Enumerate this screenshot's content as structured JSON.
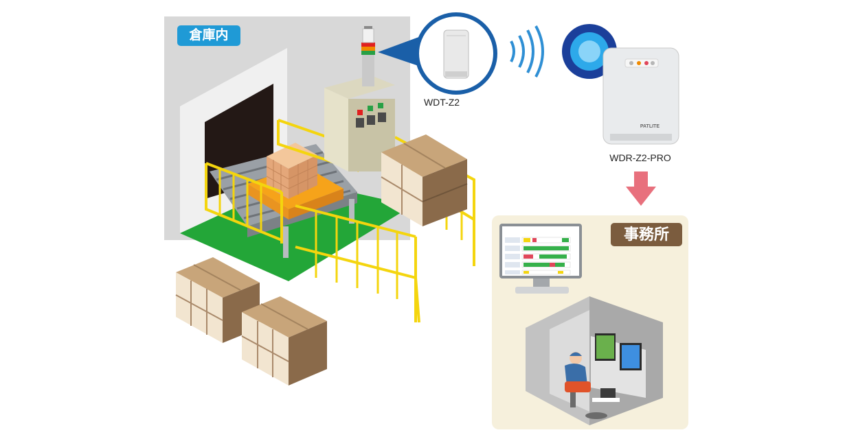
{
  "labels": {
    "warehouse": "倉庫内",
    "office": "事務所",
    "transmitter": "WDT-Z2",
    "receiver": "WDR-Z2-PRO",
    "brand": "PATLITE"
  },
  "icons": [
    "signal-tower-icon",
    "wireless-waves-icon",
    "receiver-icon",
    "monitor-icon",
    "operator-icon"
  ],
  "colors": {
    "label_blue": "#1f9ad6",
    "office_brown": "#7b5c3e",
    "arrow_pink": "#e8707d",
    "floor_green": "#23a638",
    "rail_yellow": "#f4d50e",
    "office_bg": "#f6f0dc"
  }
}
